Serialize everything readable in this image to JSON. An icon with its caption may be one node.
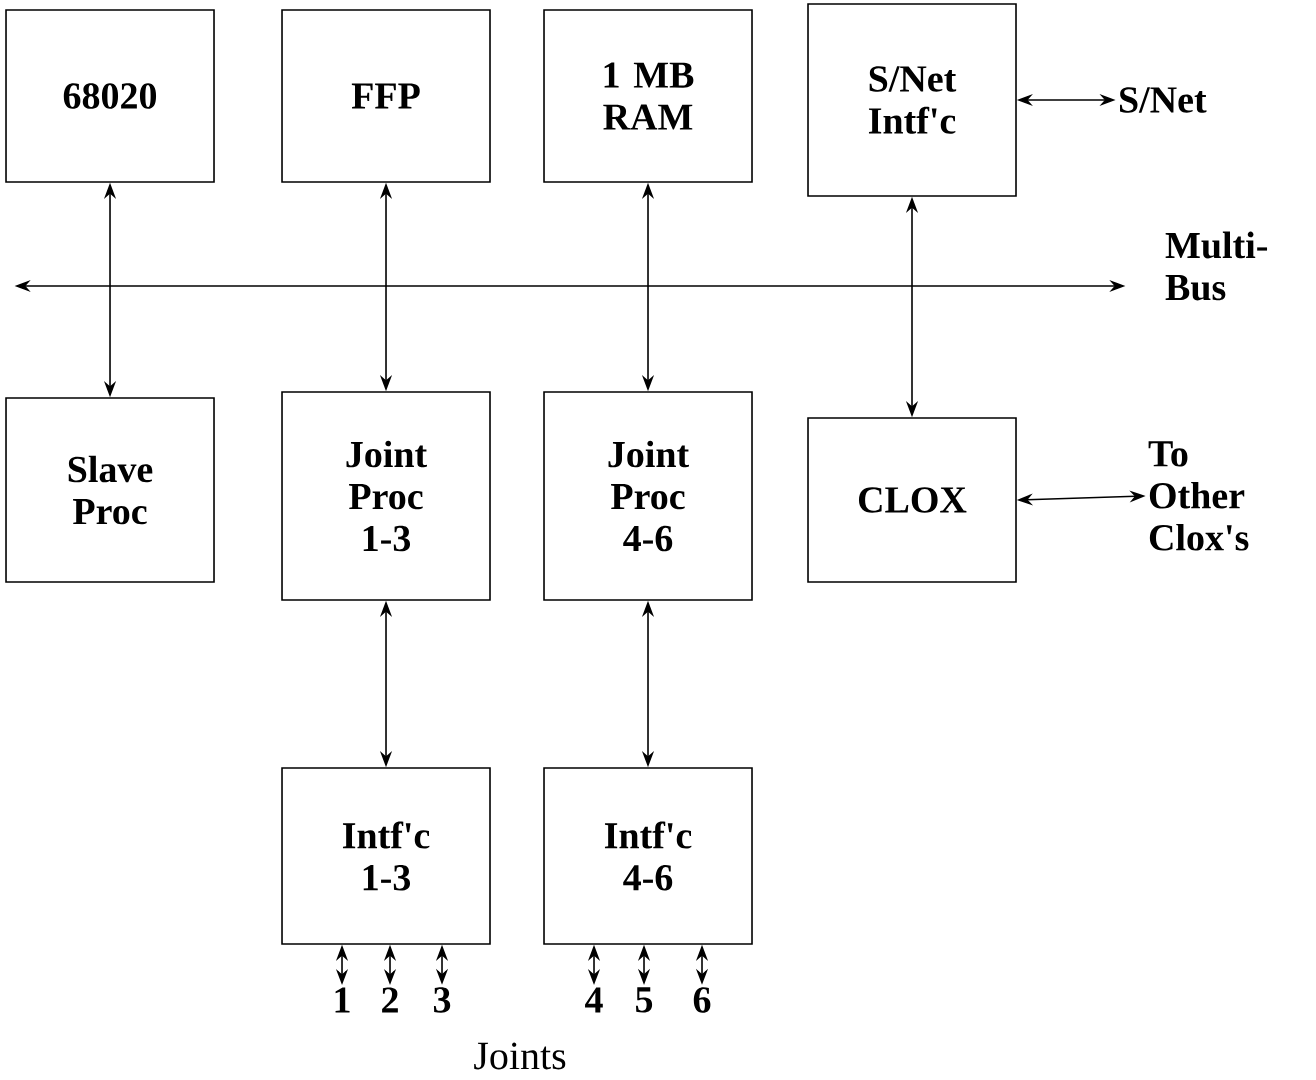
{
  "diagram": {
    "nodes": [
      {
        "text": [
          "68020"
        ]
      },
      {
        "text": [
          "FFP"
        ]
      },
      {
        "text": [
          "1 MB RAM"
        ]
      },
      {
        "text": [
          "S/Net Intf'c"
        ]
      },
      {
        "text": [
          "S/Net"
        ]
      },
      {
        "text": [],
        "shape": "bar",
        "beside": [
          "Multi-Bus"
        ]
      },
      {
        "text": [
          "Slave Proc"
        ]
      },
      {
        "text": [
          "Joint Proc 1-3"
        ]
      },
      {
        "text": [
          "Joint Proc 4-6"
        ]
      },
      {
        "text": [
          "CLOX"
        ]
      },
      {
        "text": [
          "To Other Clox's"
        ]
      },
      {
        "text": [
          "Intf'c 1-3"
        ]
      },
      {
        "text": [
          "Intf'c 4-6"
        ]
      },
      {
        "text": [
          "1"
        ]
      },
      {
        "text": [
          "2"
        ]
      },
      {
        "text": [
          "3"
        ]
      },
      {
        "text": [
          "4"
        ]
      },
      {
        "text": [
          "5"
        ]
      },
      {
        "text": [
          "6"
        ]
      }
    ],
    "edges": [
      {
        "from": 3,
        "to": 4,
        "arrow": "both"
      },
      {
        "from": 0,
        "to": 6,
        "arrow": "both"
      },
      {
        "from": 1,
        "to": 7,
        "arrow": "both"
      },
      {
        "from": 2,
        "to": 8,
        "arrow": "both"
      },
      {
        "from": 3,
        "to": 9,
        "arrow": "both"
      },
      {
        "from": 9,
        "to": 10,
        "arrow": "both"
      },
      {
        "from": 7,
        "to": 11,
        "arrow": "both"
      },
      {
        "from": 8,
        "to": 12,
        "arrow": "both"
      },
      {
        "from": 11,
        "to": 13,
        "arrow": "both"
      },
      {
        "from": 11,
        "to": 14,
        "arrow": "both"
      },
      {
        "from": 11,
        "to": 15,
        "arrow": "both"
      },
      {
        "from": 12,
        "to": 16,
        "arrow": "both"
      },
      {
        "from": 12,
        "to": 17,
        "arrow": "both"
      },
      {
        "from": 12,
        "to": 18,
        "arrow": "both"
      }
    ],
    "labels": [
      "Joints"
    ]
  }
}
